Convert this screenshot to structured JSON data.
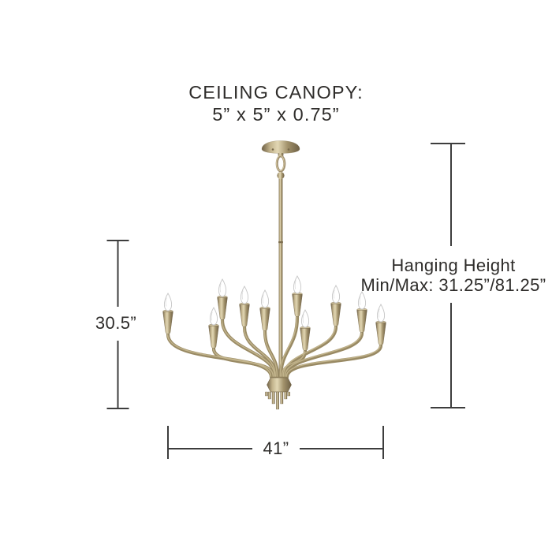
{
  "canopy_note": {
    "line1": "CEILING CANOPY:",
    "line2": "5” x 5” x 0.75”"
  },
  "dimensions": {
    "fixture_height": "30.5”",
    "hanging_height_title": "Hanging Height",
    "hanging_height_value": "Min/Max: 31.25”/81.25”",
    "fixture_width": "41”"
  },
  "illustration": {
    "type": "chandelier",
    "light_count": 10,
    "finish": "aged brass",
    "finish_color": "#998a64",
    "bulb_color": "#ffffff"
  },
  "colors": {
    "background": "#ffffff",
    "text": "#2e2c2a",
    "dimension_line": "#3d3d3d",
    "brass_base": "#998a64",
    "brass_highlight": "#c7b890",
    "brass_dark": "#6d5f44"
  }
}
